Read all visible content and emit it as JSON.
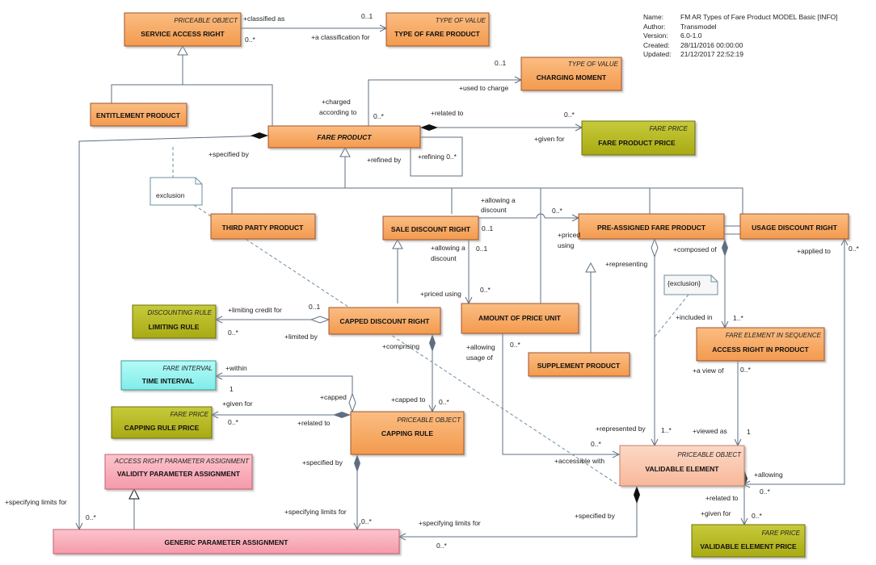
{
  "diagram_info": [
    {
      "key": "Name:",
      "value": "FM AR Types of Fare Product MODEL Basic [INFO]"
    },
    {
      "key": "Author:",
      "value": "Transmodel"
    },
    {
      "key": "Version:",
      "value": "6.0-1.0"
    },
    {
      "key": "Created:",
      "value": "28/11/2016 00:00:00"
    },
    {
      "key": "Updated:",
      "value": "21/12/2017 22:52:19"
    }
  ],
  "colors": {
    "orange": "#f5a25c",
    "olive": "#b5b81f",
    "cyan": "#8ef2ee",
    "pink": "#f8a8b6",
    "salmon": "#f9c3a9",
    "line": "#5f6f80"
  },
  "classes": {
    "service_access_right": {
      "stereotype": "PRICEABLE OBJECT",
      "name": "SERVICE ACCESS RIGHT"
    },
    "type_of_fare_product": {
      "stereotype": "TYPE OF VALUE",
      "name": "TYPE OF FARE PRODUCT"
    },
    "charging_moment": {
      "stereotype": "TYPE OF VALUE",
      "name": "CHARGING MOMENT"
    },
    "entitlement_product": {
      "stereotype": "",
      "name": "ENTITLEMENT PRODUCT"
    },
    "fare_product": {
      "stereotype": "",
      "name": "FARE PRODUCT"
    },
    "fare_product_price": {
      "stereotype": "FARE PRICE",
      "name": "FARE PRODUCT PRICE"
    },
    "third_party_product": {
      "stereotype": "",
      "name": "THIRD PARTY PRODUCT"
    },
    "sale_discount_right": {
      "stereotype": "",
      "name": "SALE DISCOUNT RIGHT"
    },
    "pre_assigned_fare_product": {
      "stereotype": "",
      "name": "PRE-ASSIGNED FARE PRODUCT"
    },
    "usage_discount_right": {
      "stereotype": "",
      "name": "USAGE DISCOUNT RIGHT"
    },
    "limiting_rule": {
      "stereotype": "DISCOUNTING RULE",
      "name": "LIMITING RULE"
    },
    "capped_discount_right": {
      "stereotype": "",
      "name": "CAPPED DISCOUNT RIGHT"
    },
    "amount_of_price_unit": {
      "stereotype": "",
      "name": "AMOUNT OF PRICE UNIT"
    },
    "access_right_in_product": {
      "stereotype": "FARE ELEMENT IN SEQUENCE",
      "name": "ACCESS RIGHT IN PRODUCT"
    },
    "supplement_product": {
      "stereotype": "",
      "name": "SUPPLEMENT PRODUCT"
    },
    "time_interval": {
      "stereotype": "FARE INTERVAL",
      "name": "TIME INTERVAL"
    },
    "capping_rule_price": {
      "stereotype": "FARE PRICE",
      "name": "CAPPING RULE PRICE"
    },
    "capping_rule": {
      "stereotype": "PRICEABLE OBJECT",
      "name": "CAPPING RULE"
    },
    "validity_parameter_assignment": {
      "stereotype": "ACCESS RIGHT PARAMETER ASSIGNMENT",
      "name": "VALIDITY PARAMETER ASSIGNMENT"
    },
    "validable_element": {
      "stereotype": "PRICEABLE OBJECT",
      "name": "VALIDABLE ELEMENT"
    },
    "generic_parameter_assignment": {
      "stereotype": "",
      "name": "GENERIC PARAMETER ASSIGNMENT"
    },
    "validable_element_price": {
      "stereotype": "FARE PRICE",
      "name": "VALIDABLE ELEMENT PRICE"
    }
  },
  "notes": {
    "exclusion_1": "exclusion",
    "exclusion_2": "{exclusion}"
  },
  "labels": {
    "classified_as": "+classified as",
    "m_0_1_a": "0..1",
    "m_0_star_a": "0..*",
    "classification_for": "+a classification for",
    "m_0_1_b": "0..1",
    "used_to_charge": "+used to charge",
    "charged_1": "+charged",
    "charged_2": "according to",
    "m_0_star_b": "0..*",
    "related_to_a": "+related to",
    "m_0_star_c": "0..*",
    "given_for_a": "+given for",
    "specified_by_a": "+specified by",
    "refined_by": "+refined by",
    "refining": "+refining 0..*",
    "allowing_disc_1": "+allowing a",
    "allowing_disc_2": "discount",
    "m_0_star_d": "0..*",
    "m_0_1_c": "0..1",
    "allowing_disc_3": "+allowing a",
    "allowing_disc_4": "discount",
    "m_0_1_d": "0..1",
    "priced_1": "+priced",
    "priced_2": "using",
    "representing": "+representing",
    "composed_of": "+composed of",
    "applied_to": "+applied to",
    "m_0_star_e": "0..*",
    "priced_using": "+priced using",
    "m_0_star_f": "0..*",
    "limiting_credit_for": "+limiting credit for",
    "m_0_1_e": "0..1",
    "m_0_star_g": "0..*",
    "limited_by": "+limited by",
    "comprising": "+comprising",
    "allowing_usage_1": "+allowing",
    "allowing_usage_2": "usage of",
    "m_0_star_h": "0..*",
    "included_in": "+included in",
    "m_1_star_a": "1..*",
    "a_view_of": "+a view of",
    "m_0_star_i": "0..*",
    "within": "+within",
    "m_1_a": "1",
    "capped": "+capped",
    "given_for_b": "+given for",
    "m_0_star_j": "0..*",
    "related_to_b": "+related to",
    "capped_to": "+capped to",
    "m_0_star_k": "0..*",
    "represented_by": "+represented by",
    "m_1_star_b": "1..*",
    "viewed_as": "+viewed as",
    "m_1_b": "1",
    "m_0_star_l": "0..*",
    "accessible_with": "+accessible with",
    "allowing": "+allowing",
    "m_0_star_m": "0..*",
    "specified_by_b": "+specified by",
    "related_to_c": "+related to",
    "given_for_c": "+given for",
    "m_0_star_n": "0..*",
    "specifying_limits_a": "+specifying limits for",
    "m_0_star_o": "0..*",
    "specifying_limits_b": "+specifying limits for",
    "m_0_star_p": "0..*",
    "specifying_limits_c": "+specifying limits for",
    "m_0_star_q": "0..*",
    "specified_by_c": "+specified by"
  }
}
